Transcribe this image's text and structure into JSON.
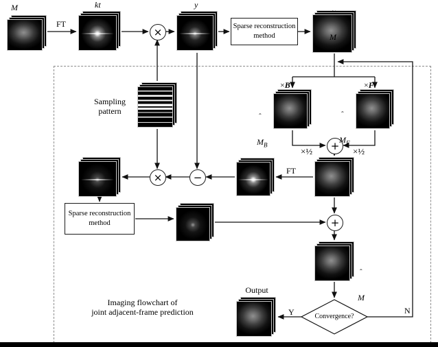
{
  "labels": {
    "m": "M",
    "ft_top": "FT",
    "kt": "kt",
    "y": "y",
    "ft_mid": "FT",
    "output": "Output",
    "yes": "Y",
    "no": "N",
    "half_left": "×½",
    "half_right": "×½"
  },
  "accented": {
    "m_tilde": {
      "base": "M",
      "accent": "~"
    },
    "m_hat_b": {
      "base": "M",
      "accent": "ˆ",
      "sub": "B"
    },
    "m_hat_f": {
      "base": "M",
      "accent": "ˆ",
      "sub": "F"
    },
    "m_hat": {
      "base": "M",
      "accent": "ˆ"
    }
  },
  "multipliers": {
    "b": {
      "op": "×",
      "var": "B"
    },
    "f": {
      "op": "×",
      "var": "F"
    }
  },
  "boxes": {
    "sparse_top": "Sparse reconstruction\nmethod",
    "sparse_bottom": "Sparse reconstruction\nmethod"
  },
  "sampling_label": "Sampling\npattern",
  "caption": "Imaging flowchart of\njoint adjacent-frame prediction",
  "decision": {
    "label": "Convergence?"
  },
  "operators": {
    "multiply": "×",
    "minus": "−",
    "plus": "+"
  }
}
